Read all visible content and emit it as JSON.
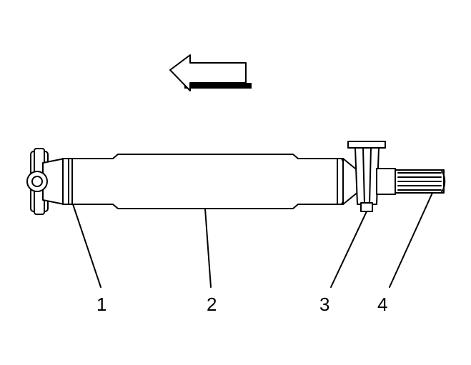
{
  "callouts": {
    "c1": "1",
    "c2": "2",
    "c3": "3",
    "c4": "4"
  },
  "colors": {
    "line": "#000000",
    "background": "#ffffff"
  },
  "icons": {
    "direction": "arrow-left-icon"
  }
}
